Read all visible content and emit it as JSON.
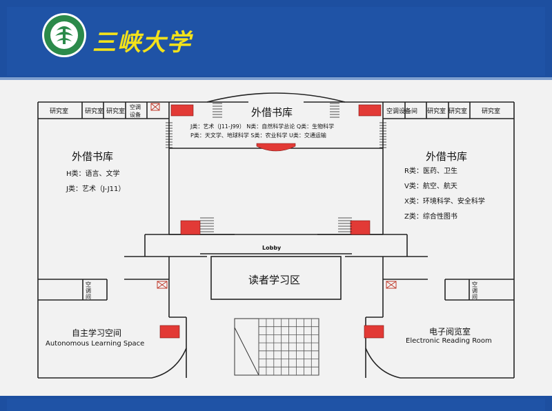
{
  "header": {
    "university_name": "三峡大学"
  },
  "rooms": {
    "top_left": [
      "研究室",
      "研究室",
      "研究室"
    ],
    "top_left_ac": [
      "空调",
      "设备"
    ],
    "top_right_ac": "空调设备间",
    "top_right": [
      "研究室",
      "研究室",
      "研究室"
    ],
    "side_ac": "空调间"
  },
  "center_stacks": {
    "title": "外借书库",
    "line1": "J类：艺术（J11-J99） N类：自然科学总论 Q类：生物科学",
    "line2": "P类：天文学、地球科学 S类：农业科学 U类：交通运输"
  },
  "left_stacks": {
    "title": "外借书库",
    "items": [
      "H类：语言、文学",
      "J类：艺术（J-J11）"
    ]
  },
  "right_stacks": {
    "title": "外借书库",
    "items": [
      "R类：医药、卫生",
      "V类：航空、航天",
      "X类：环境科学、安全科学",
      "Z类：综合性图书"
    ]
  },
  "lobby": "Lobby",
  "reading_area": "读者学习区",
  "self_study": {
    "zh": "自主学习空间",
    "en": "Autonomous Learning Space"
  },
  "e_reading": {
    "zh": "电子阅览室",
    "en": "Electronic Reading Room"
  },
  "colors": {
    "header_blue": "#1d4fa0",
    "logo_text": "#f3e21a",
    "stairs_red": "#e23a36",
    "wall": "#222222"
  }
}
